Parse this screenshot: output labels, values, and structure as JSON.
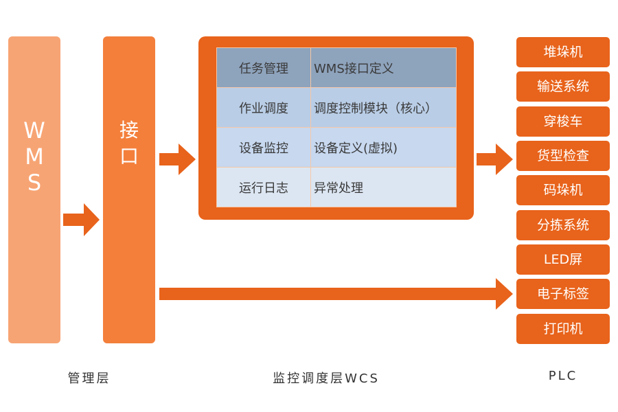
{
  "wms_column": {
    "letters": [
      "W",
      "M",
      "S"
    ]
  },
  "interface_column": {
    "chars": [
      "接",
      "口"
    ]
  },
  "wcs_table": {
    "rows": [
      {
        "left": "任务管理",
        "right": "WMS接口定义"
      },
      {
        "left": "作业调度",
        "right": "调度控制模块（核心）"
      },
      {
        "left": "设备监控",
        "right": "设备定义(虚拟)"
      },
      {
        "left": "运行日志",
        "right": "异常处理"
      }
    ]
  },
  "plc_devices": [
    "堆垛机",
    "输送系统",
    "穿梭车",
    "货型检查",
    "码垛机",
    "分拣系统",
    "LED屏",
    "电子标签",
    "打印机"
  ],
  "layers": {
    "management": "管理层",
    "wcs": "监控调度层WCS",
    "plc": "PLC"
  },
  "colors": {
    "wms_column": "#F7A474",
    "interface_column": "#F37F3B",
    "panel_and_arrows": "#E8631B",
    "table_header_row": "#8EA3BC"
  }
}
